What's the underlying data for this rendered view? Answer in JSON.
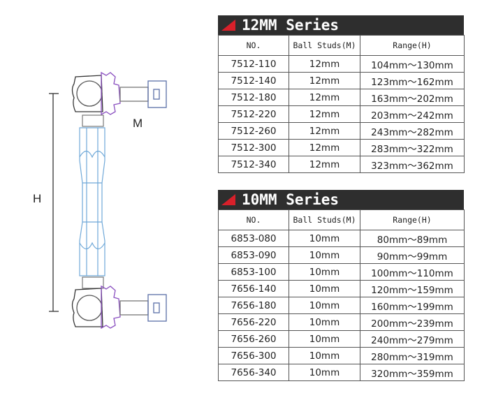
{
  "diagram": {
    "label_h": "H",
    "label_m": "M"
  },
  "tables": [
    {
      "title": "12MM Series",
      "headers": [
        "NO.",
        "Ball Studs(M)",
        "Range(H)"
      ],
      "rows": [
        [
          "7512-110",
          "12mm",
          "104mm～130mm"
        ],
        [
          "7512-140",
          "12mm",
          "123mm～162mm"
        ],
        [
          "7512-180",
          "12mm",
          "163mm～202mm"
        ],
        [
          "7512-220",
          "12mm",
          "203mm～242mm"
        ],
        [
          "7512-260",
          "12mm",
          "243mm～282mm"
        ],
        [
          "7512-300",
          "12mm",
          "283mm～322mm"
        ],
        [
          "7512-340",
          "12mm",
          "323mm～362mm"
        ]
      ]
    },
    {
      "title": "10MM Series",
      "headers": [
        "NO.",
        "Ball Studs(M)",
        "Range(H)"
      ],
      "rows": [
        [
          "6853-080",
          "10mm",
          "80mm～89mm"
        ],
        [
          "6853-090",
          "10mm",
          "90mm～99mm"
        ],
        [
          "6853-100",
          "10mm",
          "100mm～110mm"
        ],
        [
          "7656-140",
          "10mm",
          "120mm～159mm"
        ],
        [
          "7656-180",
          "10mm",
          "160mm～199mm"
        ],
        [
          "7656-220",
          "10mm",
          "200mm～239mm"
        ],
        [
          "7656-260",
          "10mm",
          "240mm～279mm"
        ],
        [
          "7656-300",
          "10mm",
          "280mm～319mm"
        ],
        [
          "7656-340",
          "10mm",
          "320mm～359mm"
        ]
      ]
    }
  ],
  "colors": {
    "band": "#2e2e2e",
    "accent": "#d8202a",
    "rod": "#6fa8d8",
    "boot": "#8a4fc0"
  }
}
